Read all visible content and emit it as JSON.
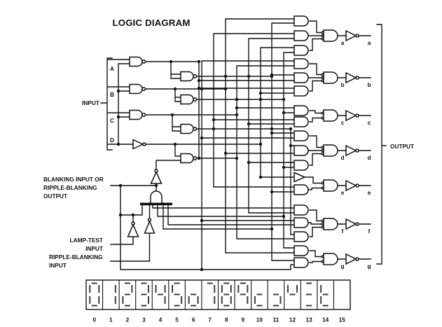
{
  "title": "LOGIC DIAGRAM",
  "input_section": {
    "label": "INPUT",
    "pins": [
      "A",
      "B",
      "C",
      "D"
    ]
  },
  "control_labels": {
    "blanking": [
      "BLANKING INPUT OR",
      "RIPPLE-BLANKING",
      "OUTPUT"
    ],
    "lamp_test": [
      "LAMP-TEST",
      "INPUT"
    ],
    "ripple_blanking": [
      "RIPPLE-BLANKING",
      "INPUT"
    ]
  },
  "output_section": {
    "label": "OUTPUT",
    "segments": [
      "a",
      "b",
      "c",
      "d",
      "e",
      "f",
      "g"
    ]
  },
  "display": {
    "positions": [
      "0",
      "1",
      "2",
      "3",
      "4",
      "5",
      "6",
      "7",
      "8",
      "9",
      "10",
      "11",
      "12",
      "13",
      "14",
      "15"
    ],
    "segment_names": [
      "a",
      "b",
      "c",
      "d",
      "e",
      "f",
      "g"
    ],
    "segments_by_position": [
      [
        "a",
        "b",
        "c",
        "d",
        "e",
        "f"
      ],
      [
        "b",
        "c"
      ],
      [
        "a",
        "b",
        "d",
        "e",
        "g"
      ],
      [
        "a",
        "b",
        "c",
        "d",
        "g"
      ],
      [
        "b",
        "c",
        "f",
        "g"
      ],
      [
        "a",
        "c",
        "d",
        "f",
        "g"
      ],
      [
        "c",
        "d",
        "e",
        "g"
      ],
      [
        "a",
        "b",
        "c"
      ],
      [
        "a",
        "b",
        "c",
        "d",
        "e",
        "f",
        "g"
      ],
      [
        "a",
        "b",
        "c",
        "f",
        "g"
      ],
      [
        "d",
        "e",
        "g"
      ],
      [
        "c",
        "d",
        "g"
      ],
      [
        "b",
        "f",
        "g"
      ],
      [
        "a",
        "d",
        "g"
      ],
      [
        "d",
        "e",
        "f",
        "g"
      ],
      []
    ]
  },
  "colors": {
    "ink": "#111111",
    "segment_ink": "#3d3d3d",
    "background": "#ffffff"
  }
}
